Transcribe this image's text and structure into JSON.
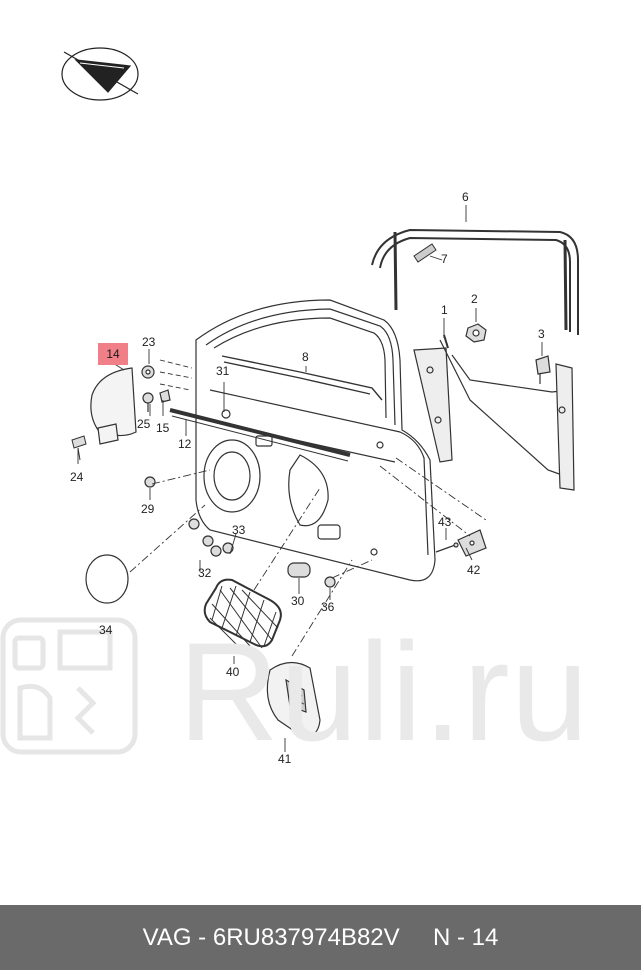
{
  "watermark": {
    "text": "Ruli.ru"
  },
  "callouts": {
    "p1": "1",
    "p2": "2",
    "p3": "3",
    "p6": "6",
    "p7": "7",
    "p8": "8",
    "p12": "12",
    "p14": "14",
    "p15": "15",
    "p23": "23",
    "p24": "24",
    "p25": "25",
    "p29": "29",
    "p30": "30",
    "p31": "31",
    "p32": "32",
    "p33": "33",
    "p34": "34",
    "p36": "36",
    "p40": "40",
    "p41": "41",
    "p42": "42",
    "p43": "43"
  },
  "highlighted_part": "14",
  "footer": {
    "brand": "VAG",
    "separator": " - ",
    "part_number": "6RU837974B82V",
    "position_prefix": "N - ",
    "position": "14"
  }
}
